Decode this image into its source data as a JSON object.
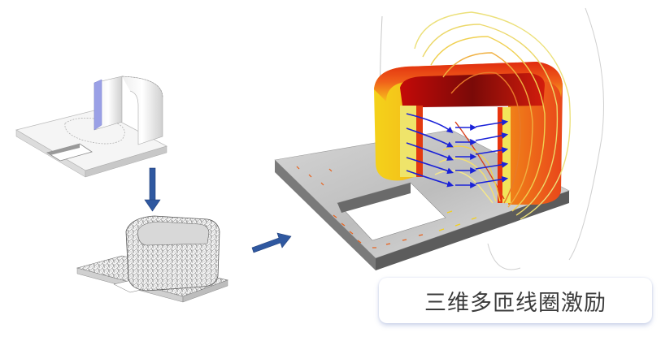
{
  "diagram": {
    "stages": [
      {
        "id": "cad-geometry",
        "description": "CAD model: base plate with window and U-shaped coil wall"
      },
      {
        "id": "mesh",
        "description": "Tetrahedral mesh of plate and rounded-square coil"
      },
      {
        "id": "simulation-result",
        "description": "Magnetic field result: coil colored red-yellow, blue arrows, yellow flux streamlines, arrows on plate"
      }
    ],
    "arrows": [
      {
        "from": "cad-geometry",
        "to": "mesh",
        "direction": "down"
      },
      {
        "from": "mesh",
        "to": "simulation-result",
        "direction": "up-right"
      }
    ],
    "colors": {
      "arrow": "#2f58a0",
      "arrow_dark": "#213f7a",
      "plate_top": "#c9c9c9",
      "plate_side": "#6e6e6e",
      "coil_red": "#d81c0c",
      "coil_yellow": "#f5d21a",
      "field_arrow": "#1a22d8",
      "streamline": "#ecd86a",
      "caption_text": "#3b3b3b"
    }
  },
  "caption": {
    "text": "三维多匝线圈激励"
  }
}
